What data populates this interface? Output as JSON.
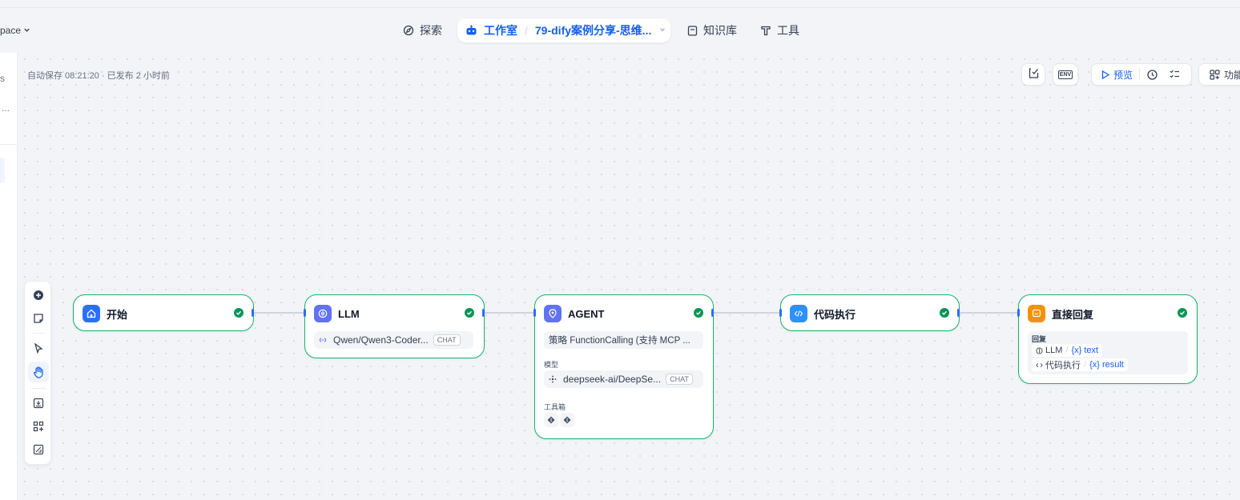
{
  "header": {
    "workspace_label": "pace",
    "nav": {
      "explore": "探索",
      "studio": "工作室",
      "app_name": "79-dify案例分享-思维...",
      "knowledge": "知识库",
      "tools": "工具"
    }
  },
  "sidebar": {
    "partial_text_1": "s",
    "partial_text_2": "..."
  },
  "canvas": {
    "autosave_status": "自动保存 08:21:20 · 已发布 2 小时前"
  },
  "toolbar": {
    "env_label": "ENV",
    "preview_label": "预览",
    "features_label": "功能"
  },
  "nodes": {
    "start": {
      "title": "开始"
    },
    "llm": {
      "title": "LLM",
      "model": "Qwen/Qwen3-Coder...",
      "mode": "CHAT"
    },
    "agent": {
      "title": "AGENT",
      "strategy": "策略 FunctionCalling (支持 MCP ...",
      "model_label": "模型",
      "model": "deepseek-ai/DeepSe...",
      "mode": "CHAT",
      "toolbox_label": "工具箱"
    },
    "code": {
      "title": "代码执行"
    },
    "answer": {
      "title": "直接回复",
      "reply_label": "回复",
      "vars": [
        {
          "node": "LLM",
          "sep": "/",
          "var": "{x} text"
        },
        {
          "node": "代码执行",
          "sep": "/",
          "var": "{x} result"
        }
      ]
    }
  },
  "colors": {
    "accent": "#155eef",
    "success": "#17b26a",
    "start_icon": "#2970ff",
    "llm_icon": "#6172f3",
    "agent_icon": "#6172f3",
    "code_icon": "#2e90fa",
    "answer_icon": "#f79009"
  }
}
